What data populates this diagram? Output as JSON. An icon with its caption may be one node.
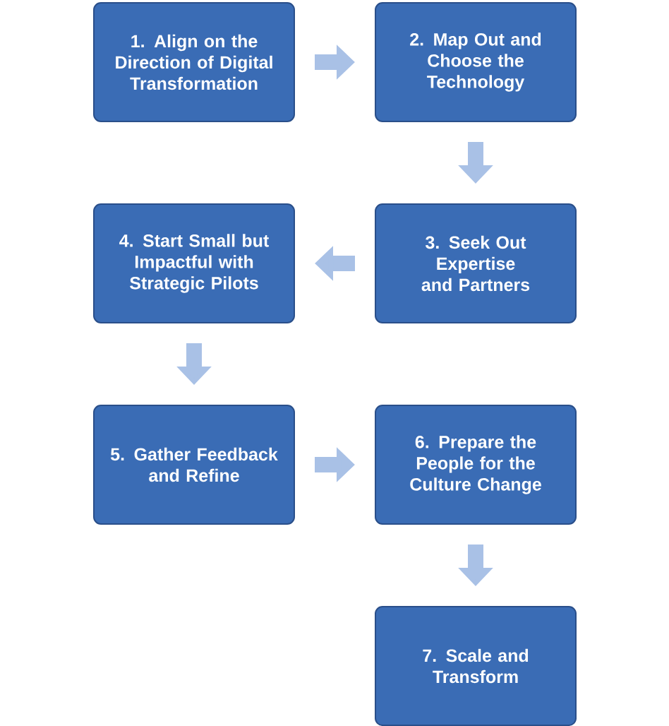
{
  "diagram": {
    "nodes": [
      {
        "text": [
          "1. Align on the Direction of Digital Transformation"
        ]
      },
      {
        "text": [
          "2. Map Out and Choose the Technology"
        ]
      },
      {
        "text": [
          "3. Seek Out Expertise and Partners"
        ]
      },
      {
        "text": [
          "4. Start Small but Impactful with Strategic Pilots"
        ]
      },
      {
        "text": [
          "5. Gather Feedback and Refine"
        ]
      },
      {
        "text": [
          "6. Prepare the People for the Culture Change"
        ]
      },
      {
        "text": [
          "7. Scale and Transform"
        ]
      }
    ],
    "edges": [
      {
        "from": 0,
        "to": 1,
        "arrow": "to"
      },
      {
        "from": 1,
        "to": 2,
        "arrow": "to"
      },
      {
        "from": 2,
        "to": 3,
        "arrow": "to"
      },
      {
        "from": 3,
        "to": 4,
        "arrow": "to"
      },
      {
        "from": 4,
        "to": 5,
        "arrow": "to"
      },
      {
        "from": 5,
        "to": 6,
        "arrow": "to"
      }
    ]
  }
}
